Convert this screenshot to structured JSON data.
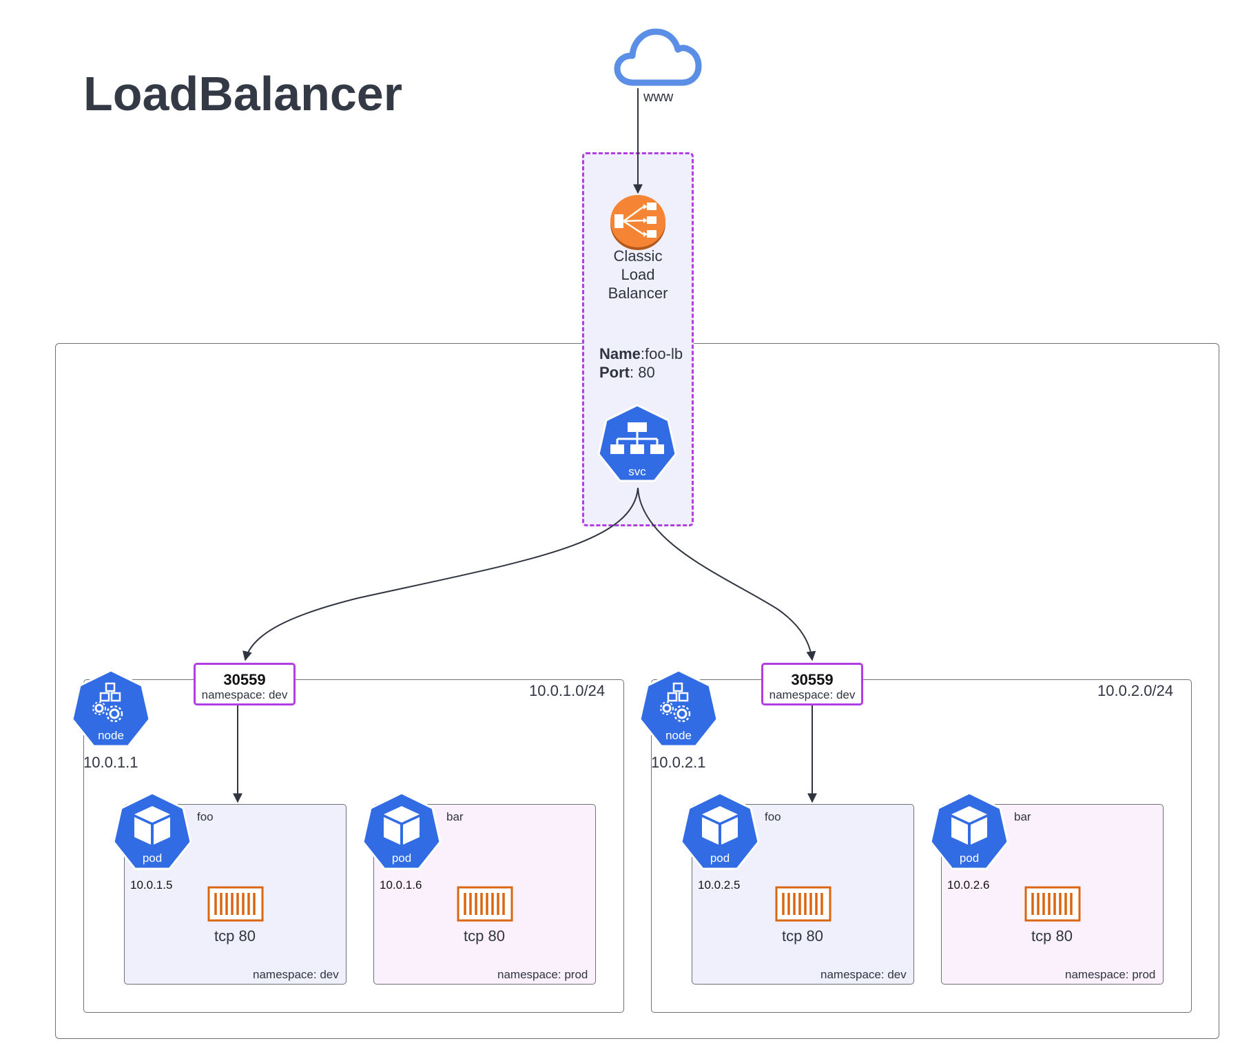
{
  "title": "LoadBalancer",
  "internet": {
    "label": "www",
    "icon": "cloud-icon"
  },
  "load_balancer": {
    "label_lines": [
      "Classic",
      "Load",
      "Balancer"
    ],
    "icon": "elb-icon",
    "color": "#f58534"
  },
  "service": {
    "name_key": "Name",
    "name_value": ":foo-lb",
    "port_key": "Port",
    "port_value": ": 80",
    "icon_label": "svc",
    "icon": "svc-icon"
  },
  "colors": {
    "k8s_blue": "#326ce5",
    "highlight_border": "#b13ee0",
    "dev_fill": "#f0f0fc",
    "prod_fill": "#fbf1fc",
    "container_orange": "#d86613"
  },
  "nodes": [
    {
      "icon_label": "node",
      "ip": "10.0.1.1",
      "cidr": "10.0.1.0/24",
      "nodeport": {
        "number": "30559",
        "namespace": "namespace: dev"
      },
      "pods": [
        {
          "icon_label": "pod",
          "name": "foo",
          "ip": "10.0.1.5",
          "port": "tcp 80",
          "namespace": "namespace: dev"
        },
        {
          "icon_label": "pod",
          "name": "bar",
          "ip": "10.0.1.6",
          "port": "tcp 80",
          "namespace": "namespace: prod"
        }
      ]
    },
    {
      "icon_label": "node",
      "ip": "10.0.2.1",
      "cidr": "10.0.2.0/24",
      "nodeport": {
        "number": "30559",
        "namespace": "namespace: dev"
      },
      "pods": [
        {
          "icon_label": "pod",
          "name": "foo",
          "ip": "10.0.2.5",
          "port": "tcp 80",
          "namespace": "namespace: dev"
        },
        {
          "icon_label": "pod",
          "name": "bar",
          "ip": "10.0.2.6",
          "port": "tcp 80",
          "namespace": "namespace: prod"
        }
      ]
    }
  ]
}
